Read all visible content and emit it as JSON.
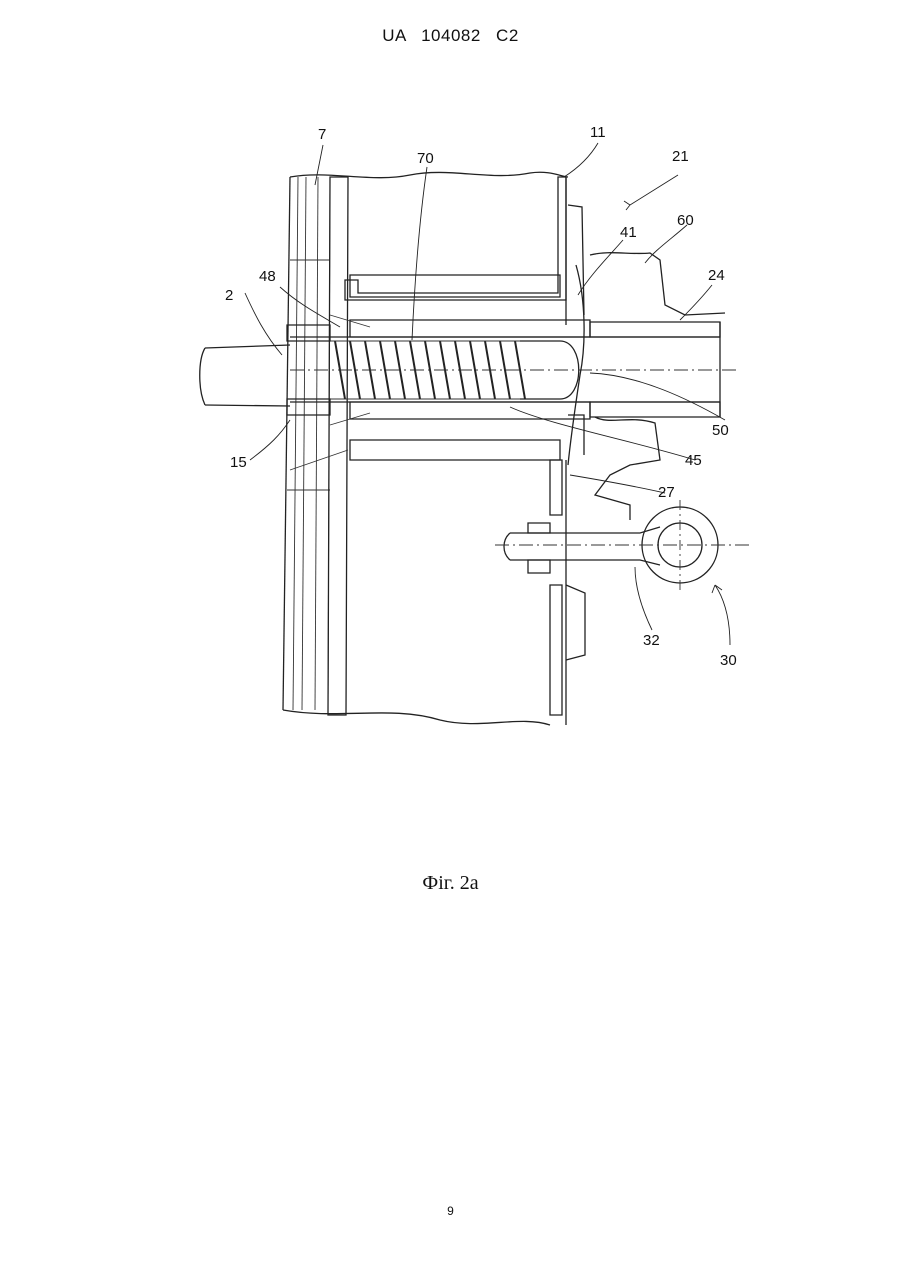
{
  "header": {
    "text": "UA   104082   C2"
  },
  "figure": {
    "reference_labels": [
      "7",
      "70",
      "11",
      "21",
      "60",
      "41",
      "48",
      "24",
      "2",
      "50",
      "15",
      "45",
      "27",
      "32",
      "30"
    ],
    "caption": "Фіг. 2а"
  },
  "footer": {
    "page_number": "9"
  }
}
